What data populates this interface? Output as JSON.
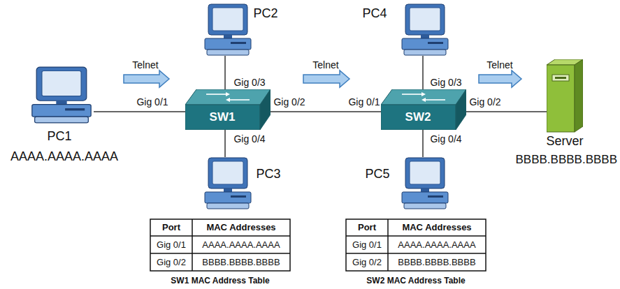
{
  "diagram": {
    "nodes": [
      {
        "text": [
          "PC1",
          "AAAA.AAAA.AAAA"
        ]
      },
      {
        "text": [
          "PC2"
        ]
      },
      {
        "text": [
          "SW1"
        ]
      },
      {
        "text": [
          "PC3"
        ]
      },
      {
        "text": [
          "PC4"
        ]
      },
      {
        "text": [
          "SW2"
        ]
      },
      {
        "text": [
          "PC5"
        ]
      },
      {
        "text": [
          "Server",
          "BBBB.BBBB.BBBB"
        ]
      }
    ],
    "edges": [
      {
        "from": 0,
        "to": 2,
        "arrow": "none"
      },
      {
        "from": 1,
        "to": 2,
        "arrow": "none"
      },
      {
        "from": 2,
        "to": 3,
        "arrow": "none"
      },
      {
        "from": 2,
        "to": 5,
        "arrow": "none"
      },
      {
        "from": 4,
        "to": 5,
        "arrow": "none"
      },
      {
        "from": 5,
        "to": 6,
        "arrow": "none"
      },
      {
        "from": 5,
        "to": 7,
        "arrow": "none"
      }
    ],
    "labels": [
      "Telnet",
      "Telnet",
      "Telnet",
      "Gig 0/1",
      "Gig 0/3",
      "Gig 0/2",
      "Gig 0/4",
      "Gig 0/1",
      "Gig 0/3",
      "Gig 0/2",
      "Gig 0/4",
      "Port",
      "MAC Addresses",
      "Gig 0/1",
      "AAAA.AAAA.AAAA",
      "Gig 0/2",
      "BBBB.BBBB.BBBB",
      "SW1 MAC Address Table",
      "Port",
      "MAC Addresses",
      "Gig 0/1",
      "AAAA.AAAA.AAAA",
      "Gig 0/2",
      "BBBB.BBBB.BBBB",
      "SW2 MAC Address Table"
    ]
  }
}
